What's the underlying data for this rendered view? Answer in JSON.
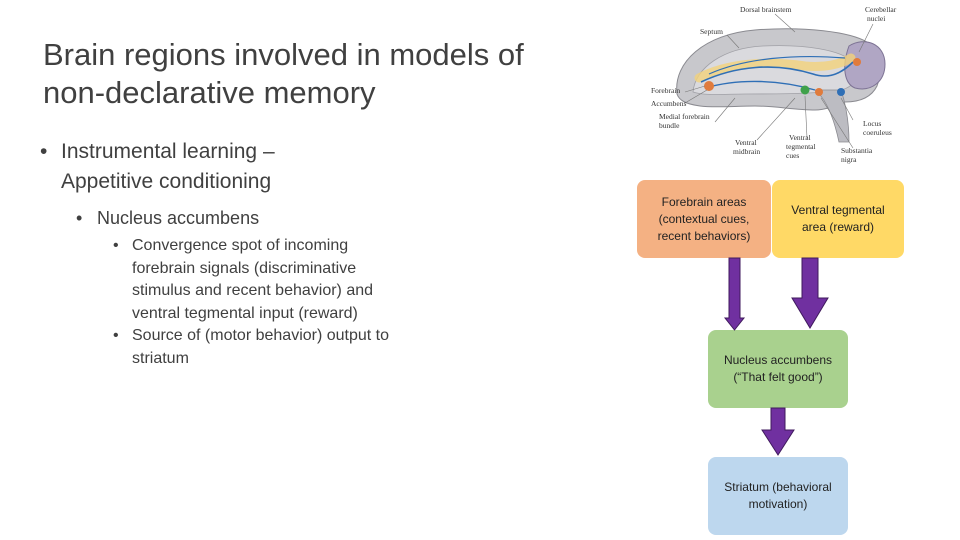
{
  "slide": {
    "title_line1": "Brain regions involved in models of",
    "title_line2": "non-declarative memory",
    "bullet1_line1": "Instrumental learning –",
    "bullet1_line2": "Appetitive conditioning",
    "bullet2": "Nucleus accumbens",
    "bullet3": [
      {
        "lines": [
          "Convergence spot of incoming",
          "forebrain signals (discriminative",
          "stimulus and recent behavior) and",
          "ventral tegmental input (reward)"
        ]
      },
      {
        "lines": [
          "Source of (motor behavior) output to",
          "striatum"
        ]
      }
    ],
    "bullet_glyph": "•"
  },
  "brain_figure": {
    "labels": {
      "dorsal_brainstem": "Dorsal brainstem",
      "cerebellar_nuclei_1": "Cerebellar",
      "cerebellar_nuclei_2": "nuclei",
      "septum": "Septum",
      "forebrain": "Forebrain",
      "accumbens": "Accumbens",
      "medial_forebrain_bundle_1": "Medial forebrain",
      "medial_forebrain_bundle_2": "bundle",
      "ventral_midbrain_1": "Ventral",
      "ventral_midbrain_2": "midbrain",
      "ventral_tegmental_cue_1": "Ventral",
      "ventral_tegmental_cue_2": "tegmental",
      "ventral_tegmental_cue_3": "cues",
      "locus_coeruleus_1": "Locus",
      "locus_coeruleus_2": "coeruleus",
      "substantia_nigra_1": "Substantia",
      "substantia_nigra_2": "nigra"
    }
  },
  "flow": {
    "forebrain_box": [
      "Forebrain areas",
      "(contextual cues,",
      "recent behaviors)"
    ],
    "vta_box": [
      "Ventral tegmental",
      "area (reward)"
    ],
    "accumbens_box": [
      "Nucleus accumbens",
      "(“That felt good”)"
    ],
    "striatum_box": [
      "Striatum (behavioral",
      "motivation)"
    ],
    "colors": {
      "forebrain": "#f4b183",
      "vta": "#ffd966",
      "accumbens": "#a9d18e",
      "striatum": "#bdd7ee",
      "arrow": "#7030a0"
    }
  }
}
